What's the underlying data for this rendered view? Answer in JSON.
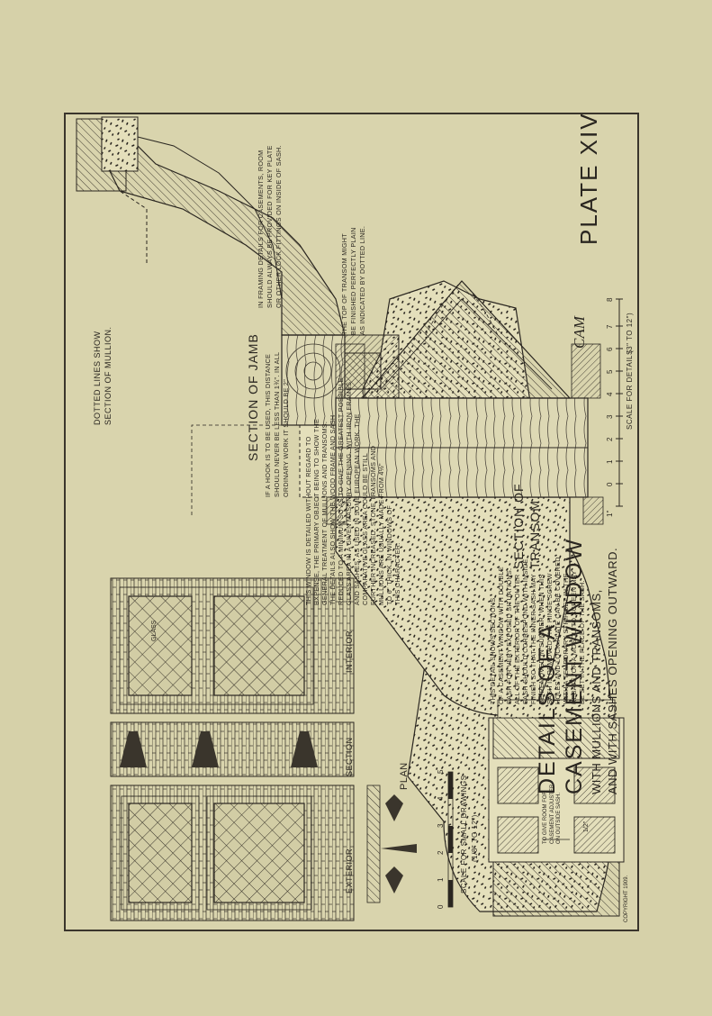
{
  "plate": {
    "title_line1": "DETAILS OF A",
    "title_line2": "CASEMENT WINDOW",
    "subtitle_line1": "WITH MULLIONS AND TRANSOMS,",
    "subtitle_line2": "AND WITH SASHES OPENING OUTWARD.",
    "plate_number": "PLATE XIV",
    "initials": "CAM",
    "copyright": "COPYRIGHT 1909."
  },
  "jamb": {
    "caption": "SECTION OF JAMB",
    "note": [
      "IF A HOOK IS TO BE USED, THIS DISTANCE",
      "SHOULD NEVER BE LESS THAN 1¾\". IN ALL",
      "ORDINARY WORK IT SHOULD BE 2\"."
    ],
    "dotted_note": [
      "DOTTED LINES SHOW",
      "SECTION OF MULLION."
    ],
    "framing_note": [
      "IN FRAMING DETAILS FOR CASEMENTS, ROOM",
      "SHOULD ALWAYS BE PROVIDED FOR KEY PLATE",
      "OR OTHER LOCK FITTINGS ON INSIDE OF SASH."
    ]
  },
  "transom": {
    "caption_line1": "SECTION OF",
    "caption_line2": "TRANSOM.",
    "note": [
      "THE TOP OF TRANSOM MIGHT",
      "BE FINISHED PERFECTLY PLAIN",
      "AS INDICATED BY DOTTED LINE."
    ]
  },
  "main_note": [
    "THIS WINDOW IS DETAILED WITHOUT REGARD TO",
    "EXPENSE, THE PRIMARY OBJECT BEING TO SHOW THE",
    "GENERAL TREATMENT OF MULLIONS AND TRANSOMS.",
    "THE DETAILS ALSO SHOW THE WOOD FRAME AND SASH",
    "REDUCED TO A MINIMUM SO AS TO GIVE THE GREATEST POSSIBLE",
    "GLASS AREA IN A GIVEN MASONRY OPENING. WITH IRON FRAMES",
    "AND SASHES, AS USED IN SOME EUROPEAN WORK, THE",
    "COMPARATIVE GLASS AREA COULD BE STILL",
    "FURTHER INCREASED. STONE TRANSOMS AND",
    "MULLIONS ARE USUALLY MADE FROM 4½\"",
    "TO 6\" THICK, IN WINDOWS OF",
    "THIS CHARACTER."
  ],
  "sash_note": [
    "THIS DETAIL SHOWS SECTIONS",
    "OF A CASEMENT WINDOW WITH DOUBLE",
    "SASH FOR VERY EXPOSED SITUATIONS.",
    "ALL OF THE EXTERIOR OF THE OUTER",
    "SASH SHOULD CORRESPOND WITH INSIDE",
    "FINISH SO THAT THE INNER SASH MAY",
    "BE REMOVED IN SUMMER. WHEN THIS",
    "SASH IS REMOVED THE HINGE SCREW",
    "HOLES AND LOCK PLATE CAN BE COVERED",
    "WITH A TEMPORARY STRIP SET IN THE",
    "REBATE, OR A MOSQUITO SCREEN MAY",
    "BE SET IN THE PLACE OF THE SASH."
  ],
  "sash_inner_note": [
    "TO GIVE ROOM FOR",
    "CASEMENT ADJUSTER",
    "ON OUTSIDE SASH."
  ],
  "sash_dim": "1/2\"",
  "small_drawings": {
    "exterior": "EXTERIOR",
    "section": "SECTION",
    "interior": "INTERIOR",
    "plan": "PLAN",
    "scale_caption": "SCALE FOR SMALL DRAWINGS",
    "scale_sub": "(1/8\" TO 12\")",
    "scale_ticks": [
      "0",
      "1",
      "2",
      "3",
      "4",
      "5"
    ],
    "glass_label": "GLASS"
  },
  "details_scale": {
    "caption": "SCALE FOR DETAILS",
    "sub": "(3\" TO 12\")",
    "ticks": [
      "1\"",
      "0",
      "1",
      "2",
      "3",
      "4",
      "5",
      "6",
      "7",
      "8"
    ]
  }
}
